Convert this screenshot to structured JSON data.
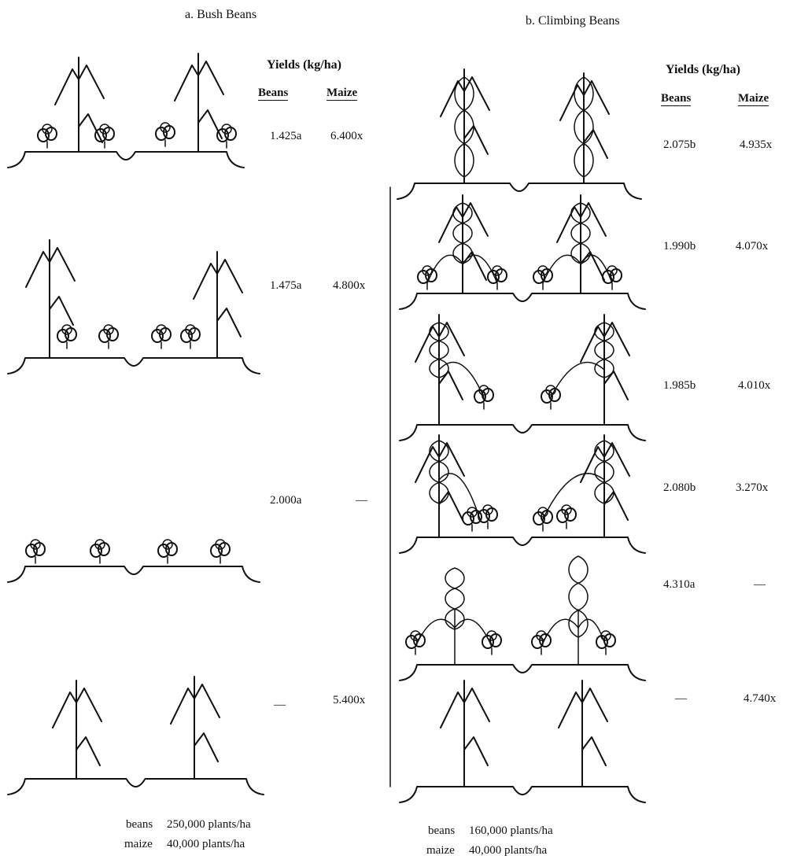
{
  "panel_a": {
    "title": "a. Bush Beans",
    "yields_header": "Yields (kg/ha)",
    "col_beans": "Beans",
    "col_maize": "Maize",
    "rows": [
      {
        "beans": "1.425a",
        "maize": "6.400x"
      },
      {
        "beans": "1.475a",
        "maize": "4.800x"
      },
      {
        "beans": "2.000a",
        "maize": "—"
      },
      {
        "beans": "—",
        "maize": "5.400x"
      }
    ],
    "density": [
      {
        "crop": "beans",
        "value": "250,000 plants/ha"
      },
      {
        "crop": "maize",
        "value": "40,000 plants/ha"
      }
    ]
  },
  "panel_b": {
    "title": "b. Climbing Beans",
    "yields_header": "Yields (kg/ha)",
    "col_beans": "Beans",
    "col_maize": "Maize",
    "rows": [
      {
        "beans": "2.075b",
        "maize": "4.935x"
      },
      {
        "beans": "1.990b",
        "maize": "4.070x"
      },
      {
        "beans": "1.985b",
        "maize": "4.010x"
      },
      {
        "beans": "2.080b",
        "maize": "3.270x"
      },
      {
        "beans": "4.310a",
        "maize": "—"
      },
      {
        "beans": "—",
        "maize": "4.740x"
      }
    ],
    "density": [
      {
        "crop": "beans",
        "value": "160,000 plants/ha"
      },
      {
        "crop": "maize",
        "value": "40,000 plants/ha"
      }
    ]
  }
}
